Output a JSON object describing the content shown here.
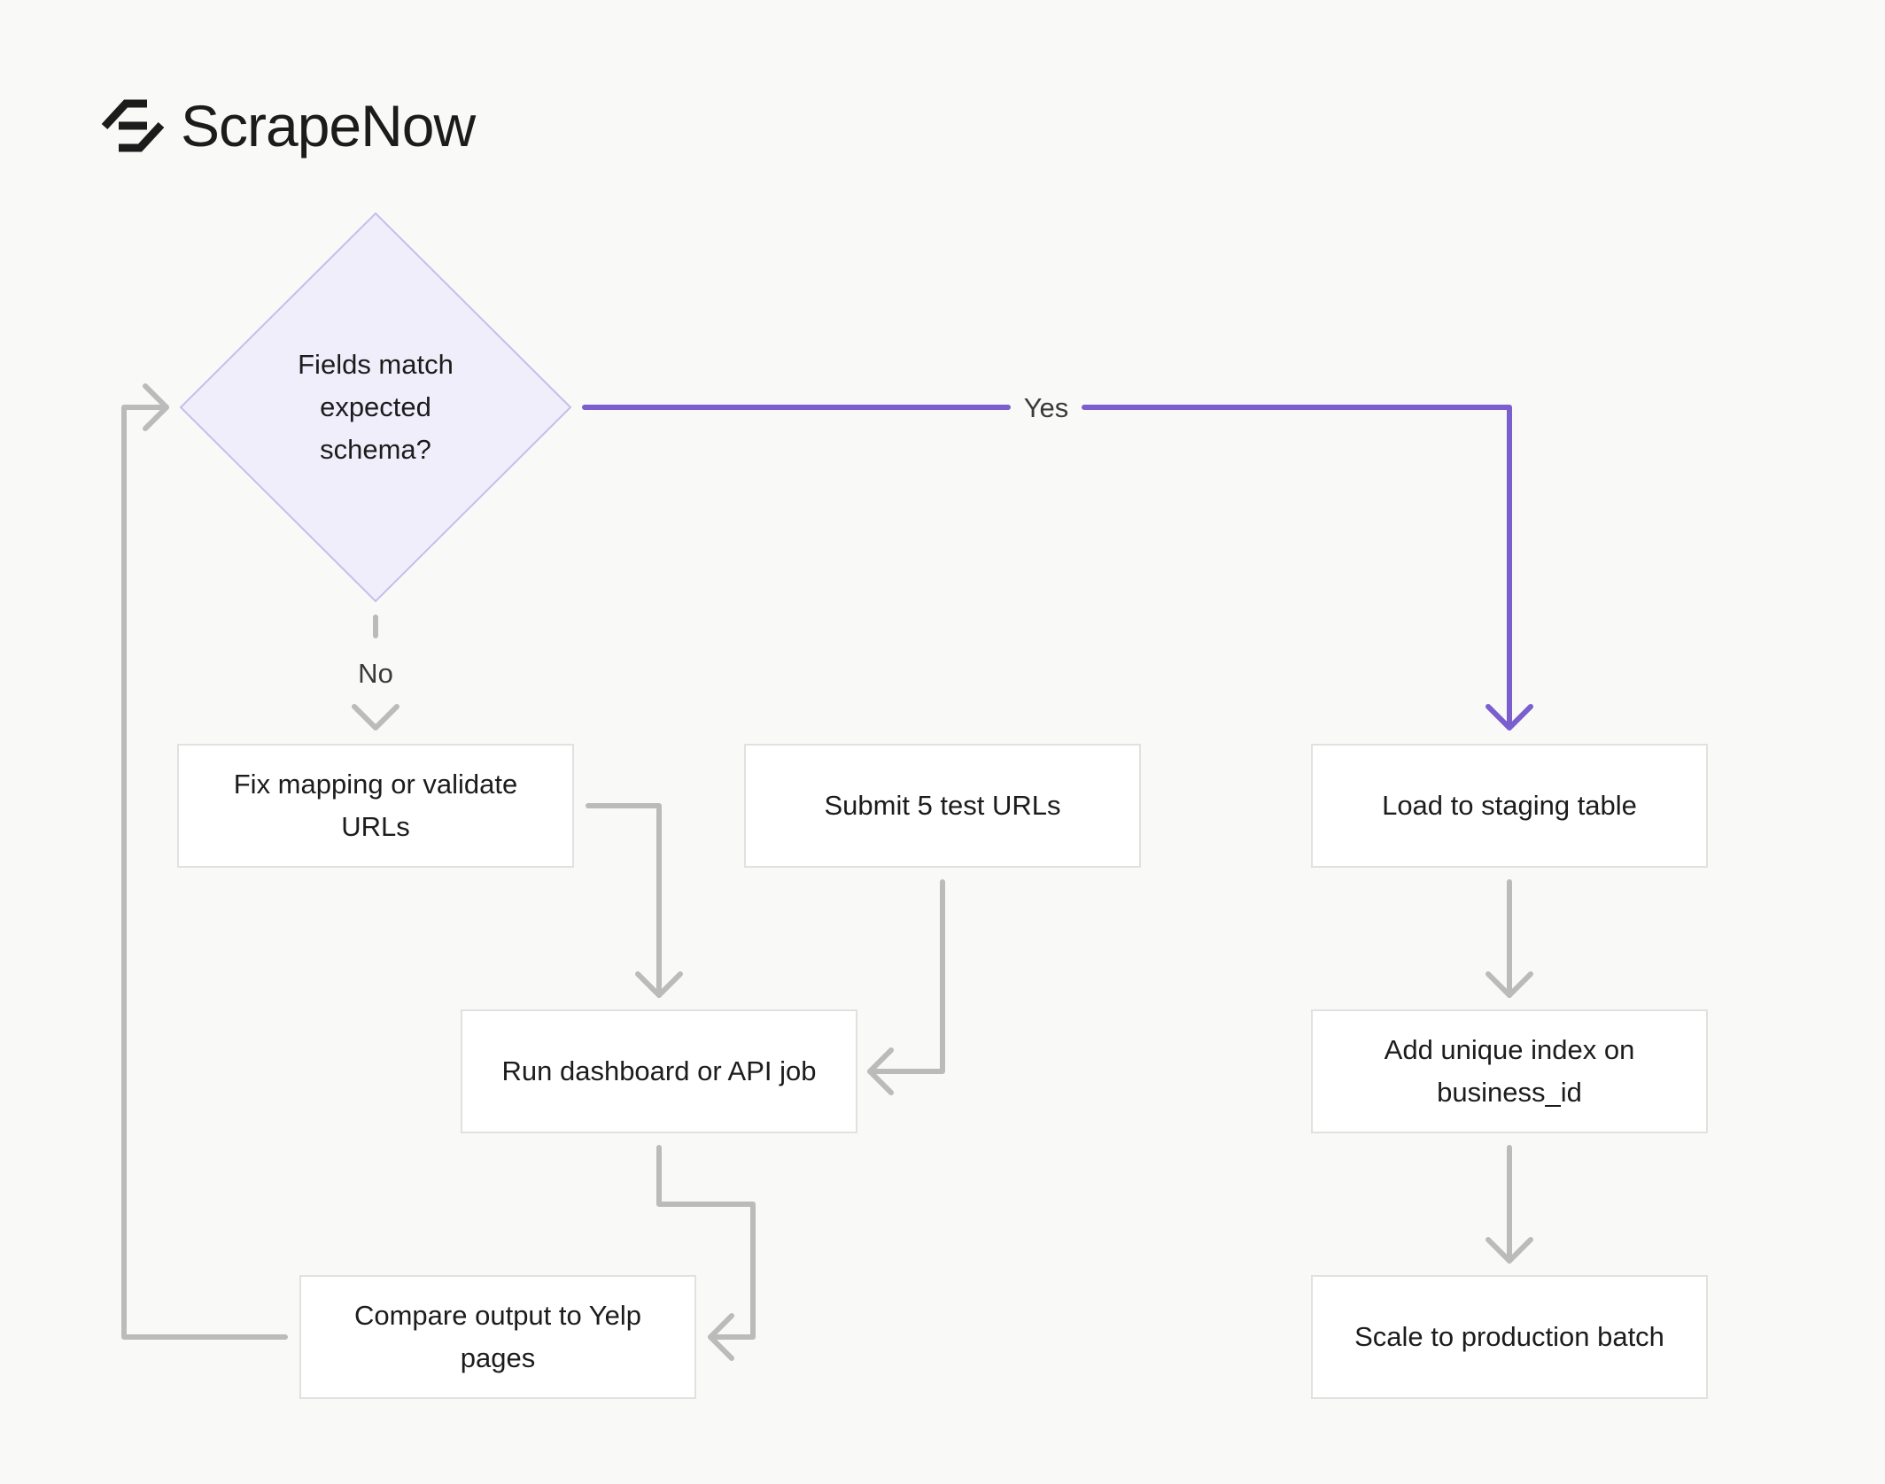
{
  "brand": {
    "name": "ScrapeNow",
    "icon": "scrapenow-logo-icon"
  },
  "colors": {
    "background": "#f9f9f7",
    "gray_edge": "#bbbbbb",
    "purple_edge": "#7b5fcf",
    "decision_fill": "#f1eefc",
    "decision_stroke": "#c7bdec"
  },
  "decision": {
    "label": "Fields match expected schema?",
    "lines": [
      "Fields match",
      "expected",
      "schema?"
    ]
  },
  "nodes": {
    "fix_mapping": "Fix mapping or validate URLs",
    "submit_test": "Submit 5 test URLs",
    "load_staging": "Load to staging table",
    "run_job": "Run dashboard or API job",
    "add_index": "Add unique index on business_id",
    "compare_output": "Compare output to Yelp pages",
    "scale_production": "Scale to production batch"
  },
  "edge_labels": {
    "yes": "Yes",
    "no": "No"
  }
}
